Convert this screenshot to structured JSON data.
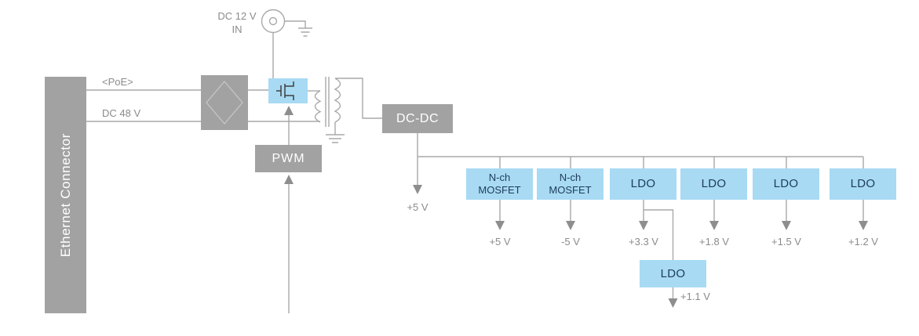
{
  "colors": {
    "block_gray": "#a2a2a2",
    "block_blue": "#a8daf3",
    "blue_box_text": "#1d3c5a",
    "wire": "#a9a9a9",
    "arrow": "#8e8e8e",
    "label_text": "#8b8b8b"
  },
  "diagram": {
    "ethernet_connector_label": "Ethernet Connector",
    "poe_label": "<PoE>",
    "dc48_label": "DC 48 V",
    "dc12_in_label_line1": "DC 12 V",
    "dc12_in_label_line2": "IN",
    "pwm_label": "PWM",
    "dcdc_label": "DC-DC",
    "main_rail_label": "+5 V",
    "outputs": [
      {
        "block_label": "N-ch MOSFET",
        "rail_label": "+5 V"
      },
      {
        "block_label": "N-ch MOSFET",
        "rail_label": "-5 V"
      },
      {
        "block_label": "LDO",
        "rail_label": "+3.3 V"
      },
      {
        "block_label": "LDO",
        "rail_label": "+1.8 V"
      },
      {
        "block_label": "LDO",
        "rail_label": "+1.5 V"
      },
      {
        "block_label": "LDO",
        "rail_label": "+1.2 V"
      }
    ],
    "cascaded_output": {
      "block_label": "LDO",
      "rail_label": "+1.1 V"
    }
  }
}
